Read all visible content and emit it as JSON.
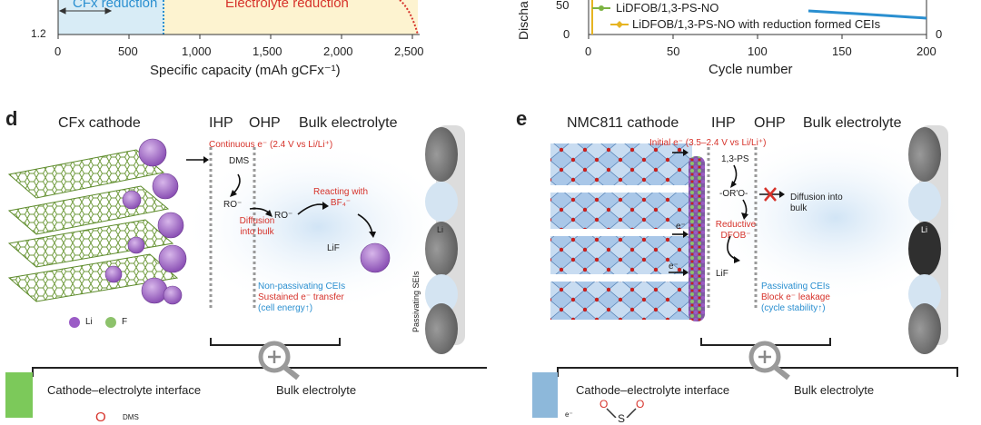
{
  "top_left": {
    "y_tick_label": "1.2",
    "region_labels": [
      "CFx reduction",
      "Electrolyte reduction"
    ],
    "x_ticks": [
      "0",
      "500",
      "1,000",
      "1,500",
      "2,000",
      "2,500"
    ],
    "x_axis_label": "Specific capacity (mAh gCFx⁻¹)"
  },
  "top_right": {
    "y_axis_label_fragment": "Discha",
    "y_ticks": [
      "50",
      "0"
    ],
    "right_y_tick": "0",
    "x_ticks": [
      "0",
      "50",
      "100",
      "150",
      "200"
    ],
    "x_axis_label": "Cycle number",
    "legend": [
      "LiDFOB/1,3-PS-NO",
      "LiDFOB/1,3-PS-NO with reduction formed CEIs"
    ],
    "colors": {
      "series_green": "#7cb342",
      "series_yellow": "#e6b422",
      "series_blue": "#2a8fd0"
    }
  },
  "panel_d": {
    "letter": "d",
    "cathode_title": "CFx cathode",
    "ihp": "IHP",
    "ohp": "OHP",
    "bulk": "Bulk electrolyte",
    "continuous": "Continuous e⁻ (2.4 V vs Li/Li⁺)",
    "dms": "DMS",
    "ro1": "RO⁻",
    "ro2": "RO⁻",
    "diffusion": "Diffusion into bulk",
    "reacting": "Reacting with BF₄⁻",
    "lif": "LiF",
    "non_passivating": "Non-passivating CEIs",
    "sustained": "Sustained e⁻ transfer",
    "cell_energy": "(cell energy↑)",
    "passivating_seis": "Passivating SEIs",
    "li": "Li",
    "legend_li": "Li",
    "legend_f": "F",
    "zoom_title_left": "Cathode–electrolyte interface",
    "zoom_title_right": "Bulk electrolyte",
    "dms_small": "DMS"
  },
  "panel_e": {
    "letter": "e",
    "cathode_title": "NMC811 cathode",
    "ihp": "IHP",
    "ohp": "OHP",
    "bulk": "Bulk electrolyte",
    "initial": "Initial e⁻ (3.5–2.4 V vs Li/Li⁺)",
    "ps": "1,3-PS",
    "or": "-OR'O-",
    "reductive": "Reductive DFOB⁻",
    "diffusion": "Diffusion into bulk",
    "e1": "e⁻",
    "e2": "e⁻",
    "lif": "LiF",
    "passivating": "Passivating CEIs",
    "block": "Block e⁻ leakage",
    "stability": "(cycle stability↑)",
    "li": "Li",
    "zoom_title_left": "Cathode–electrolyte interface",
    "zoom_title_right": "Bulk electrolyte",
    "e_small": "e⁻"
  }
}
